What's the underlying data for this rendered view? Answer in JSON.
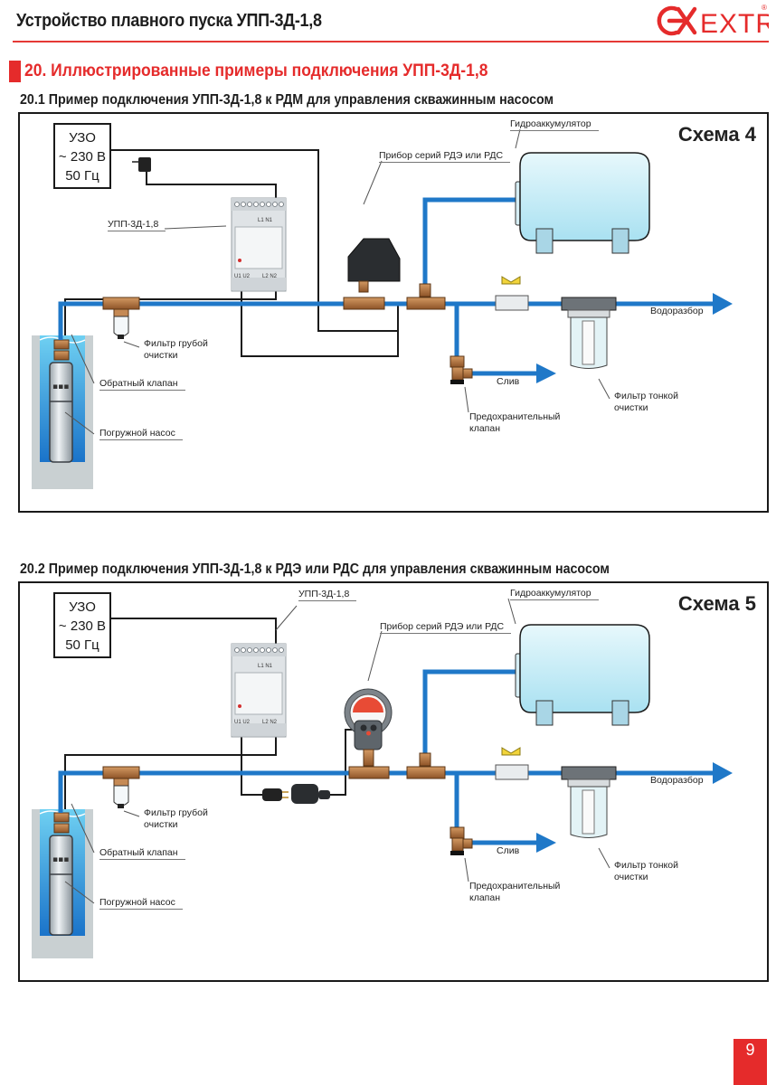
{
  "header": {
    "title": "Устройство плавного пуска УПП-3Д-1,8",
    "brand": "EXTRA",
    "brand_color": "#e52b2b"
  },
  "section": {
    "title": "20. Иллюстрированные примеры подключения УПП-3Д-1,8"
  },
  "schemes": [
    {
      "subtitle": "20.1 Пример подключения УПП-3Д-1,8 к РДМ для управления скважинным насосом",
      "label": "Схема 4",
      "uzo": [
        "УЗО",
        "~ 230 В",
        "50 Гц"
      ],
      "labels": {
        "upp": "УПП-3Д-1,8",
        "accumulator": "Гидроаккумулятор",
        "pressure_device": "Прибор серий РДЭ или РДС",
        "water_outlet": "Водоразбор",
        "coarse_filter_1": "Фильтр грубой",
        "coarse_filter_2": "очистки",
        "check_valve": "Обратный клапан",
        "pump": "Погружной насос",
        "drain": "Слив",
        "safety_valve_1": "Предохранительный",
        "safety_valve_2": "клапан",
        "fine_filter_1": "Фильтр тонкой",
        "fine_filter_2": "очистки"
      }
    },
    {
      "subtitle": "20.2 Пример подключения УПП-3Д-1,8 к РДЭ или РДС для управления скважинным насосом",
      "label": "Схема 5",
      "uzo": [
        "УЗО",
        "~ 230 В",
        "50 Гц"
      ],
      "labels": {
        "upp": "УПП-3Д-1,8",
        "accumulator": "Гидроаккумулятор",
        "pressure_device": "Прибор серий РДЭ или РДС",
        "water_outlet": "Водоразбор",
        "coarse_filter_1": "Фильтр грубой",
        "coarse_filter_2": "очистки",
        "check_valve": "Обратный клапан",
        "pump": "Погружной насос",
        "drain": "Слив",
        "safety_valve_1": "Предохранительный",
        "safety_valve_2": "клапан",
        "fine_filter_1": "Фильтр тонкой",
        "fine_filter_2": "очистки"
      }
    }
  ],
  "device_terminals": {
    "top": "L1  N1",
    "bottom_left": "U1 U2",
    "bottom_right": "L2  N2"
  },
  "colors": {
    "pipe": "#1f78c8",
    "accent": "#e52b2b",
    "brass": "#b5713f",
    "tank": "#c6eef8"
  },
  "footer": {
    "page_number": "9"
  }
}
